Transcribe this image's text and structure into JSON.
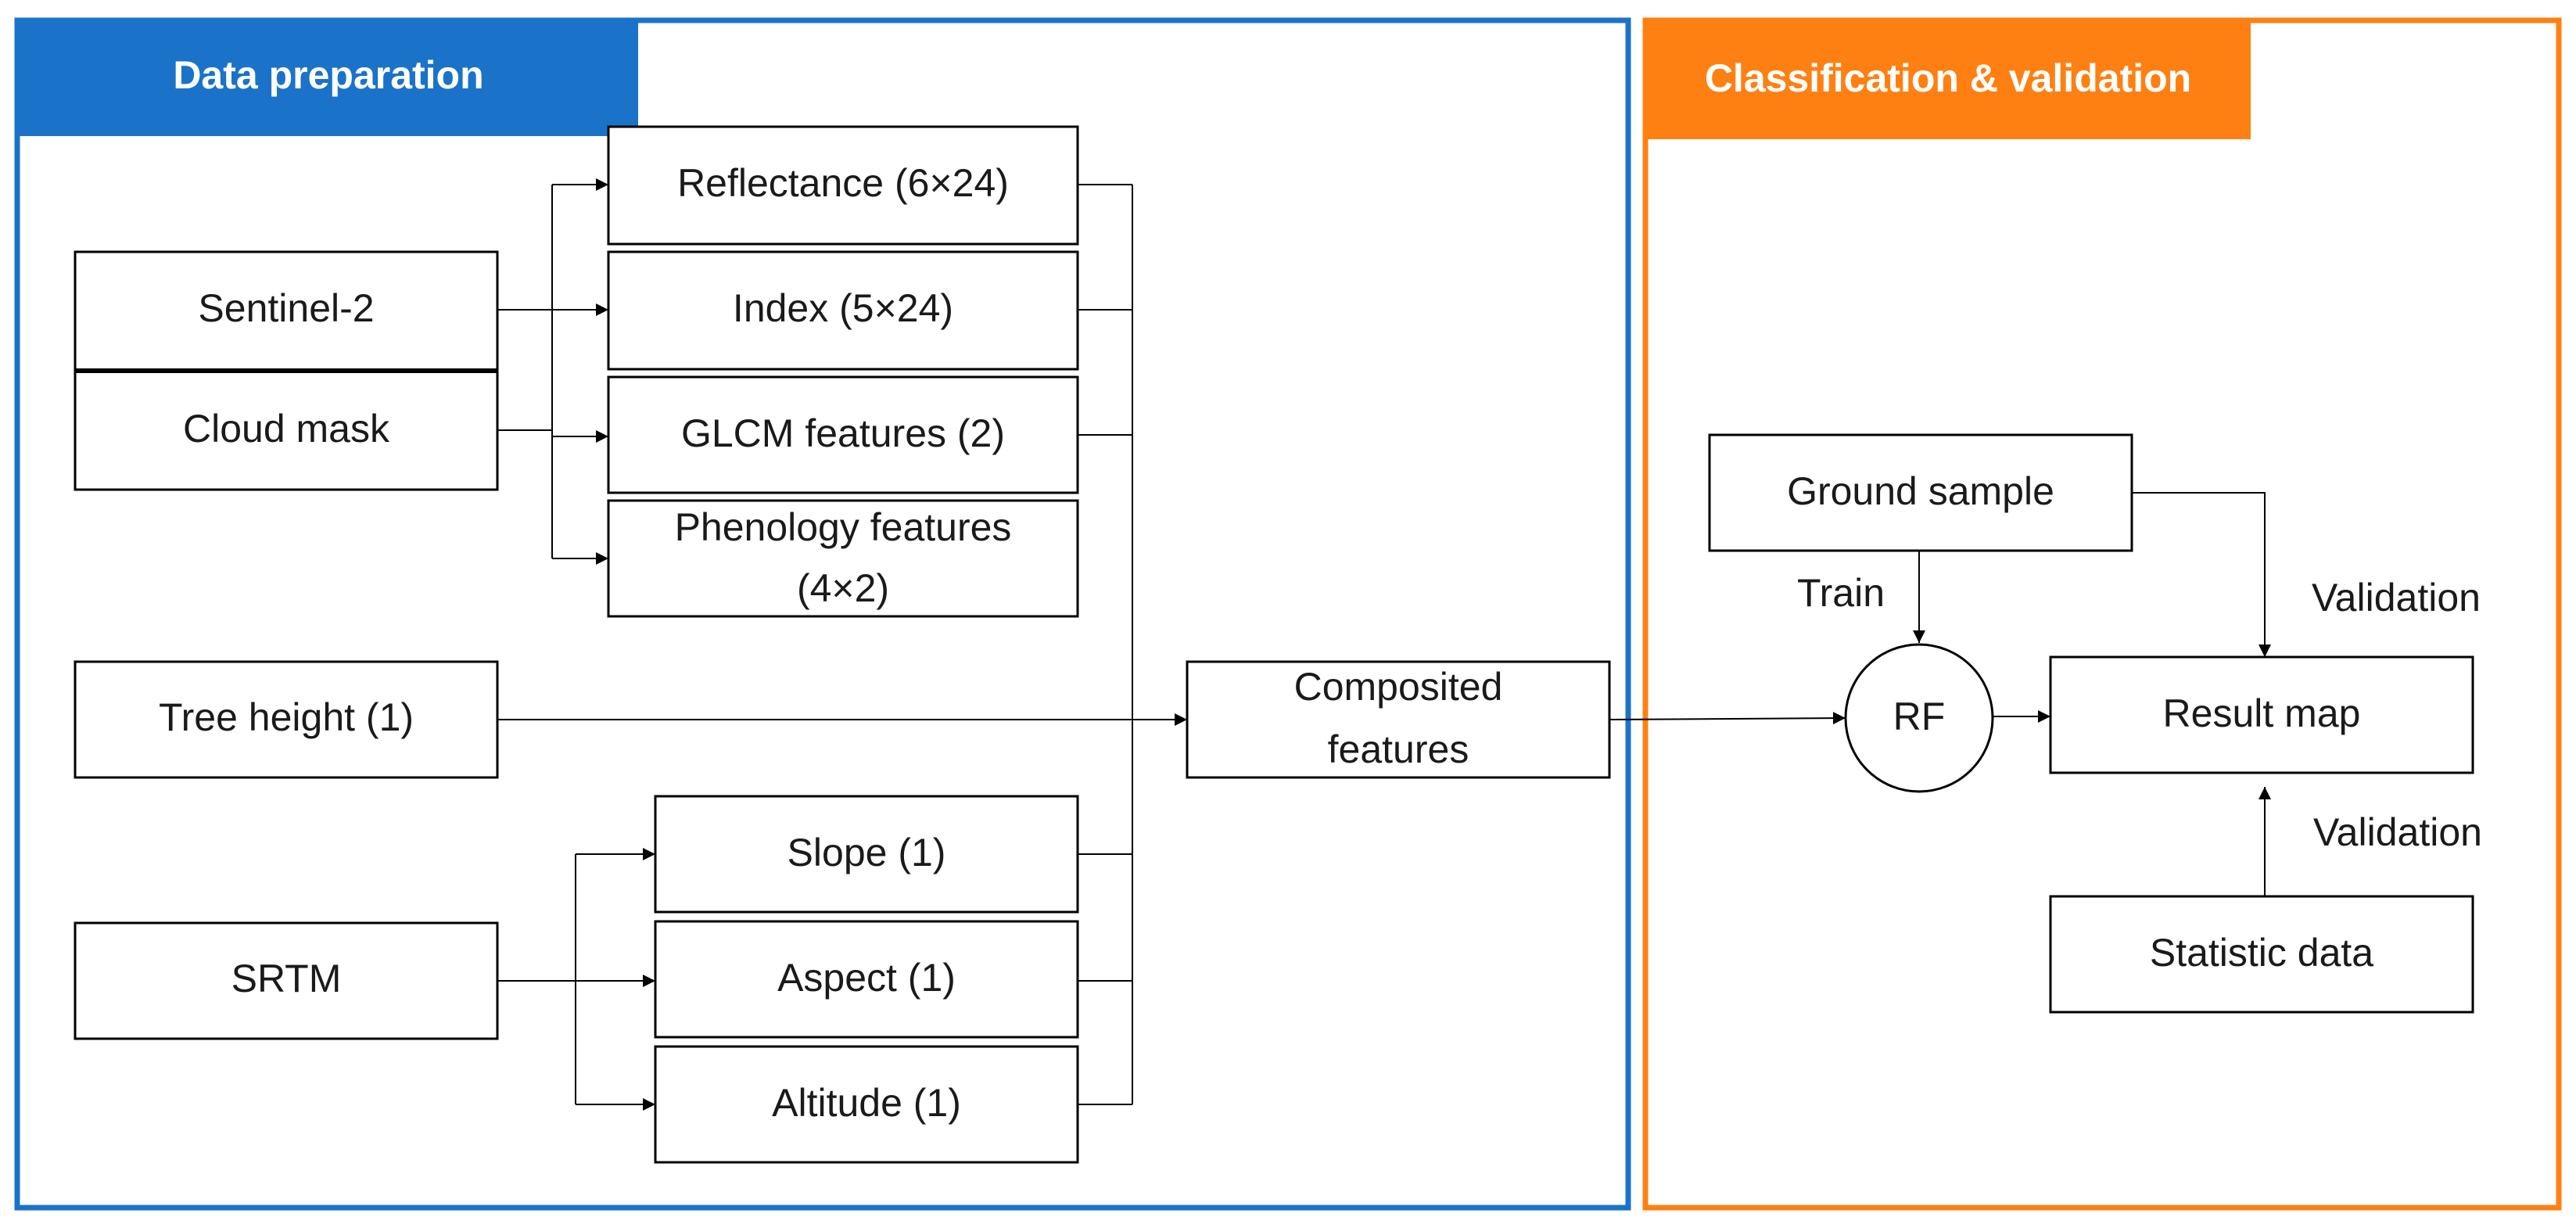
{
  "colors": {
    "blue": "#1a73c8",
    "orange": "#ff8012",
    "line": "#000000"
  },
  "panels": {
    "prep_title": "Data preparation",
    "class_title": "Classification & validation"
  },
  "nodes": {
    "sentinel": "Sentinel-2",
    "cloud_mask": "Cloud mask",
    "reflectance": "Reflectance (6×24)",
    "index": "Index (5×24)",
    "glcm": "GLCM features (2)",
    "phenology_line1": "Phenology features",
    "phenology_line2": "(4×2)",
    "tree_height": "Tree height (1)",
    "srtm": "SRTM",
    "slope": "Slope (1)",
    "aspect": "Aspect (1)",
    "altitude": "Altitude (1)",
    "composited_line1": "Composited",
    "composited_line2": "features",
    "ground_sample": "Ground sample",
    "rf": "RF",
    "result_map": "Result map",
    "statistic_data": "Statistic data"
  },
  "edge_labels": {
    "train": "Train",
    "validation_top": "Validation",
    "validation_bottom": "Validation"
  }
}
